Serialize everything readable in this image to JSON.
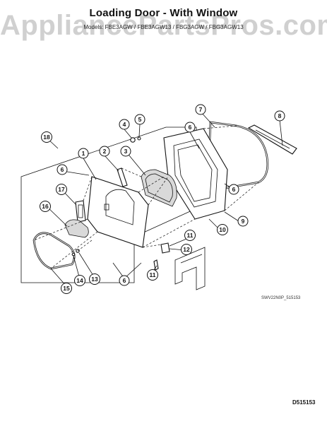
{
  "header": {
    "title": "Loading Door - With Window",
    "subtitle": "Models: FBE3AGW / FBE3AGW13 / FBG3AGW / FBG3AGW13",
    "watermark": "AppliancePartsPros.com"
  },
  "callouts": [
    {
      "label": "1"
    },
    {
      "label": "2"
    },
    {
      "label": "3"
    },
    {
      "label": "4"
    },
    {
      "label": "5"
    },
    {
      "label": "6"
    },
    {
      "label": "6"
    },
    {
      "label": "6"
    },
    {
      "label": "6"
    },
    {
      "label": "7"
    },
    {
      "label": "8"
    },
    {
      "label": "9"
    },
    {
      "label": "10"
    },
    {
      "label": "11"
    },
    {
      "label": "11"
    },
    {
      "label": "12"
    },
    {
      "label": "13"
    },
    {
      "label": "14"
    },
    {
      "label": "15"
    },
    {
      "label": "16"
    },
    {
      "label": "17"
    },
    {
      "label": "18"
    }
  ],
  "footer": {
    "drawing_ref": "SWV22N0P_515153",
    "doc_id": "D515153"
  }
}
